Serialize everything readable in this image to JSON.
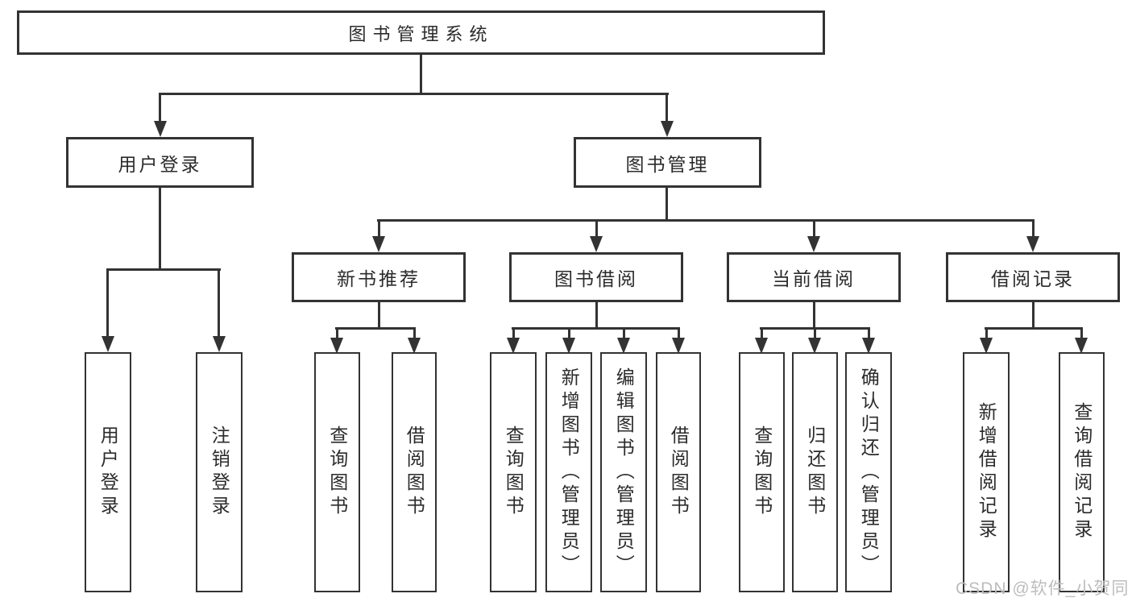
{
  "diagram": {
    "root": {
      "label": "图书管理系统",
      "children": [
        {
          "label": "用户登录",
          "children": [
            {
              "label": "用户登录"
            },
            {
              "label": "注销登录"
            }
          ]
        },
        {
          "label": "图书管理",
          "children": [
            {
              "label": "新书推荐",
              "children": [
                {
                  "label": "查询图书"
                },
                {
                  "label": "借阅图书"
                }
              ]
            },
            {
              "label": "图书借阅",
              "children": [
                {
                  "label": "查询图书"
                },
                {
                  "label": "新增图书（管理员）"
                },
                {
                  "label": "编辑图书（管理员）"
                },
                {
                  "label": "借阅图书"
                }
              ]
            },
            {
              "label": "当前借阅",
              "children": [
                {
                  "label": "查询图书"
                },
                {
                  "label": "归还图书"
                },
                {
                  "label": "确认归还（管理员）"
                }
              ]
            },
            {
              "label": "借阅记录",
              "children": [
                {
                  "label": "新增借阅记录"
                },
                {
                  "label": "查询借阅记录"
                }
              ]
            }
          ]
        }
      ]
    },
    "line_color": "#333333",
    "background_color": "#ffffff"
  },
  "watermark": {
    "text": "CSDN @软件_小贺同学"
  }
}
